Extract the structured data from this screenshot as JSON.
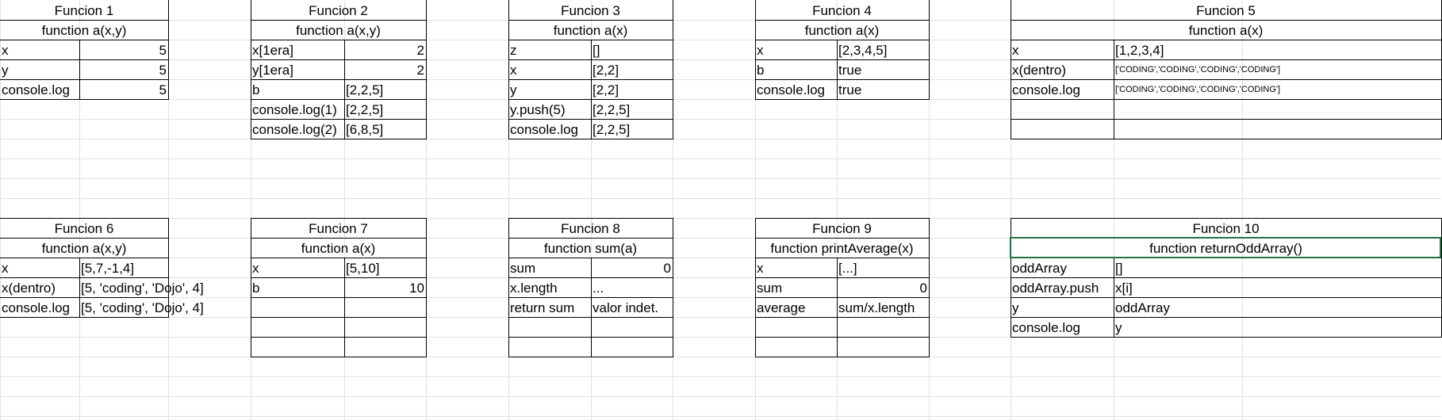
{
  "functions": [
    {
      "title": "Funcion 1",
      "signature": "function a(x,y)",
      "rows": [
        [
          "x",
          "5"
        ],
        [
          "y",
          "5"
        ],
        [
          "console.log",
          "5"
        ]
      ],
      "right_align_values": true
    },
    {
      "title": "Funcion 2",
      "signature": "function a(x,y)",
      "rows": [
        [
          "x[1era]",
          "2"
        ],
        [
          "y[1era]",
          "2"
        ],
        [
          "b",
          "[2,2,5]"
        ],
        [
          "console.log(1)",
          "[2,2,5]"
        ],
        [
          "console.log(2)",
          "[6,8,5]"
        ]
      ]
    },
    {
      "title": "Funcion 3",
      "signature": "function a(x)",
      "rows": [
        [
          "z",
          "[]"
        ],
        [
          "x",
          "[2,2]"
        ],
        [
          "y",
          "[2,2]"
        ],
        [
          "y.push(5)",
          "[2,2,5]"
        ],
        [
          "console.log",
          "[2,2,5]"
        ]
      ]
    },
    {
      "title": "Funcion 4",
      "signature": "function a(x)",
      "rows": [
        [
          "x",
          "[2,3,4,5]"
        ],
        [
          "b",
          "true"
        ],
        [
          "console.log",
          "true"
        ]
      ]
    },
    {
      "title": "Funcion 5",
      "signature": "function a(x)",
      "rows": [
        [
          "x",
          "[1,2,3,4]"
        ],
        [
          "x(dentro)",
          "['CODING','CODING','CODING','CODING']"
        ],
        [
          "console.log",
          "['CODING','CODING','CODING','CODING']"
        ],
        [
          "",
          ""
        ],
        [
          "",
          ""
        ]
      ]
    },
    {
      "title": "Funcion 6",
      "signature": "function a(x,y)",
      "rows": [
        [
          "x",
          "[5,7,-1,4]"
        ],
        [
          "x(dentro)",
          "[5, 'coding', 'Dojo', 4]"
        ],
        [
          "console.log",
          "[5, 'coding', 'Dojo', 4]"
        ]
      ]
    },
    {
      "title": "Funcion 7",
      "signature": "function a(x)",
      "rows": [
        [
          "x",
          "[5,10]"
        ],
        [
          "b",
          "10"
        ],
        [
          "",
          ""
        ],
        [
          "",
          ""
        ],
        [
          "",
          ""
        ]
      ]
    },
    {
      "title": "Funcion 8",
      "signature": "function sum(a)",
      "rows": [
        [
          "sum",
          "0"
        ],
        [
          "x.length",
          "..."
        ],
        [
          "return sum",
          "valor indet."
        ],
        [
          "",
          ""
        ],
        [
          "",
          ""
        ]
      ]
    },
    {
      "title": "Funcion 9",
      "signature": "function printAverage(x)",
      "rows": [
        [
          "x",
          "[...]"
        ],
        [
          "sum",
          "0"
        ],
        [
          "average",
          "sum/x.length"
        ],
        [
          "",
          ""
        ],
        [
          "",
          ""
        ]
      ]
    },
    {
      "title": "Funcion 10",
      "signature": "function returnOddArray()",
      "rows": [
        [
          "oddArray",
          "[]"
        ],
        [
          "oddArray.push",
          "x[i]"
        ],
        [
          "y",
          "oddArray"
        ],
        [
          "console.log",
          "y"
        ]
      ]
    }
  ]
}
